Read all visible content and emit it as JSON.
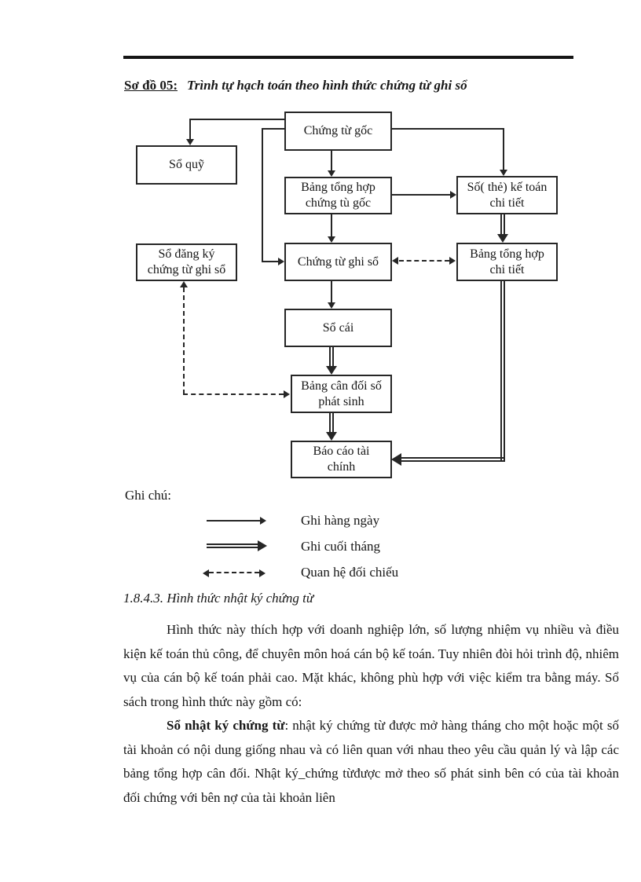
{
  "colors": {
    "ink": "#262626",
    "background": "#ffffff"
  },
  "header": {
    "label": "Sơ đồ 05:",
    "title": "Trình tự hạch toán theo hình thức chứng từ ghi sổ"
  },
  "diagram": {
    "boxes": {
      "chung_tu_goc": {
        "lines": [
          "Chứng từ gốc"
        ]
      },
      "so_quy": {
        "lines": [
          "Sổ quỹ"
        ]
      },
      "bang_tong_hop_chung_tu_goc": {
        "lines": [
          "Bảng tổng hợp",
          "chứng tù gốc"
        ]
      },
      "so_the_ke_toan_chi_tiet": {
        "lines": [
          "Số( thẻ) kế toán",
          "chi tiết"
        ]
      },
      "so_dang_ky_chung_tu_ghi_so": {
        "lines": [
          "Sổ đăng ký",
          "chứng từ ghi sổ"
        ]
      },
      "chung_tu_ghi_so": {
        "lines": [
          "Chứng từ ghi sổ"
        ]
      },
      "bang_tong_hop_chi_tiet": {
        "lines": [
          "Bảng tổng hợp",
          "chi tiết"
        ]
      },
      "so_cai": {
        "lines": [
          "Sổ cái"
        ]
      },
      "bang_can_doi_so_phat_sinh": {
        "lines": [
          "Bảng cân đối số",
          "phát sinh"
        ]
      },
      "bao_cao_tai_chinh": {
        "lines": [
          "Báo cáo tài",
          "chính"
        ]
      }
    }
  },
  "legend": {
    "heading": "Ghi chú:",
    "items": [
      {
        "type": "solid-arrow",
        "label": "Ghi hàng ngày"
      },
      {
        "type": "double-arrow",
        "label": "Ghi cuối tháng"
      },
      {
        "type": "dashed-arrow",
        "label": "Quan hệ đối chiếu"
      }
    ]
  },
  "section": {
    "heading": "1.8.4.3. Hình thức nhật ký chứng từ",
    "para1": "Hình thức này thích hợp với doanh nghiệp lớn, số lượng nhiệm vụ nhiều và điều kiện kế toán thủ công, để chuyên môn hoá cán bộ kế toán. Tuy nhiên đòi hỏi trình độ, nhiêm vụ của cán bộ kế toán phải cao. Mặt khác, không phù hợp với việc kiểm tra bằng máy. Sổ sách trong hình thức này gồm có:",
    "para2_lead": "Sổ nhật ký chứng từ",
    "para2_rest": ": nhật ký chứng từ được mở hàng tháng cho một hoặc một số tài khoản có nội dung giống nhau và có liên quan với nhau theo yêu cầu quản lý và lập các bảng tổng hợp cân đối. Nhật ký_chứng từđược mở theo số phát sinh bên có của tài khoản đối chứng với bên nợ của tài khoản liên"
  }
}
